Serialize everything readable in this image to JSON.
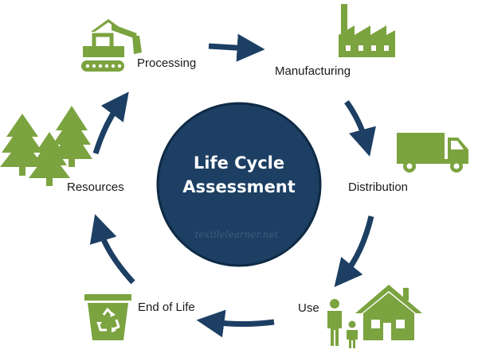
{
  "diagram": {
    "center": {
      "line1": "Life Cycle",
      "line2": "Assessment"
    },
    "watermark": "textilelearner.net",
    "stages": {
      "processing": "Processing",
      "manufacturing": "Manufacturing",
      "distribution": "Distribution",
      "use": "Use",
      "end_of_life": "End of Life",
      "resources": "Resources"
    },
    "icons": {
      "processing": "excavator-icon",
      "manufacturing": "factory-icon",
      "distribution": "truck-icon",
      "use": "family-house-icon",
      "end_of_life": "recycle-bin-icon",
      "resources": "trees-icon"
    },
    "colors": {
      "circle": "#1c3f63",
      "arrows": "#1c3f63",
      "icons": "#7ba33f",
      "text": "#1a1a1a"
    }
  }
}
